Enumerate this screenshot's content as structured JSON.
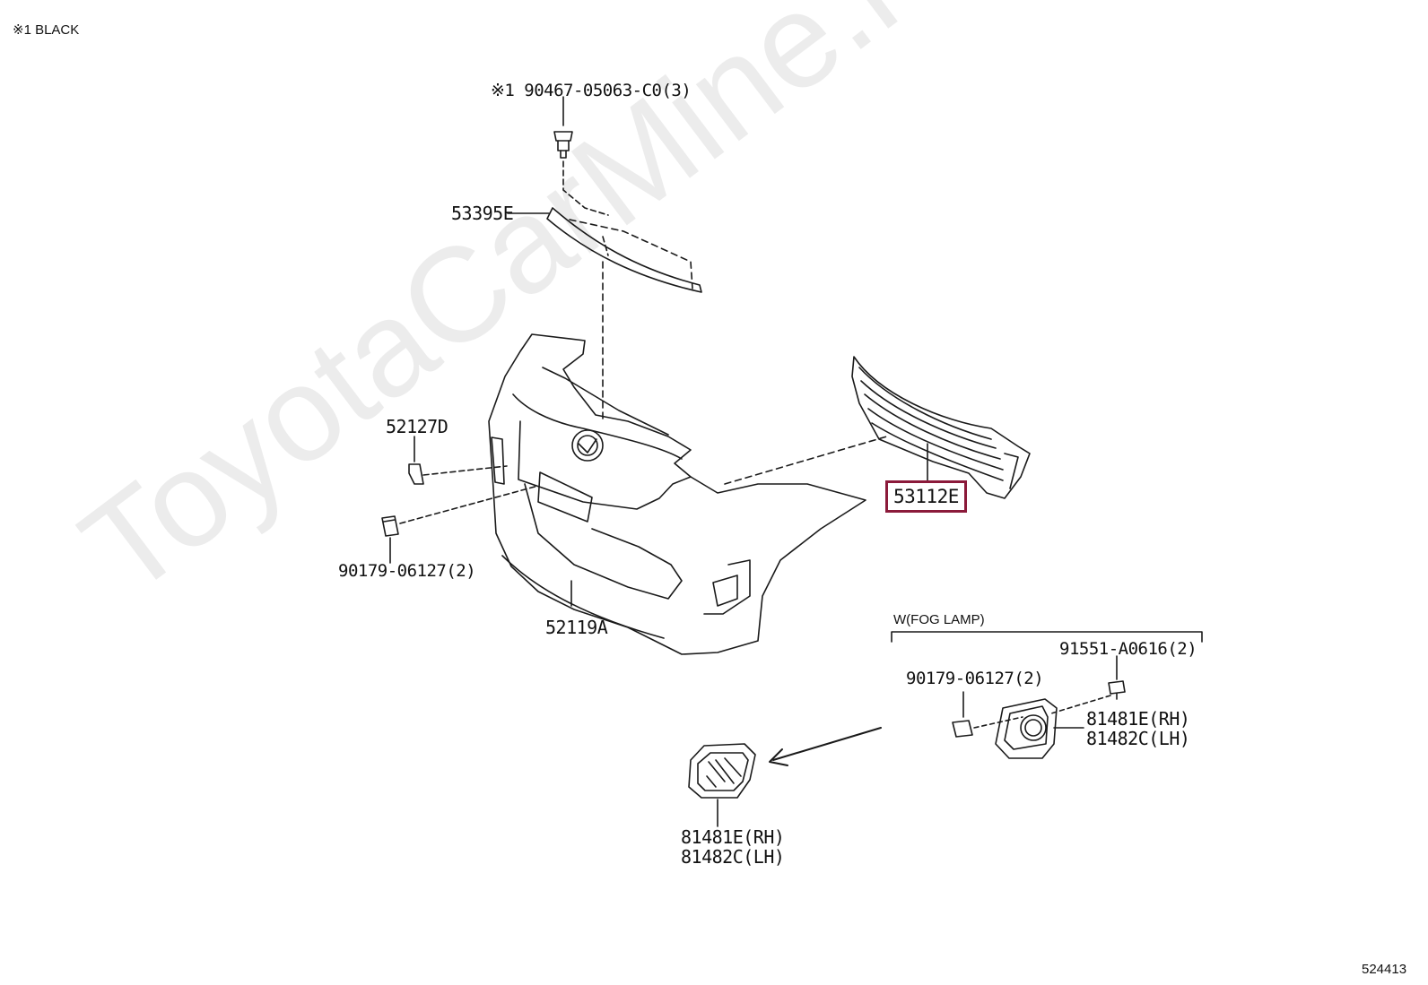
{
  "legend": {
    "note": "※1 BLACK"
  },
  "image_id_label": "524413",
  "watermark": "ToyotaCarMine.ru",
  "group_label": "W(FOG LAMP)",
  "colors": {
    "highlight_border": "#8b1a3a",
    "line": "#1a1a1a"
  },
  "parts": {
    "bolt_top": "※1 90467-05063-C0(3)",
    "moulding": "53395E",
    "bracket": "52127D",
    "clip_left": "90179-06127(2)",
    "bumper_cover": "52119A",
    "grille": "53112E",
    "fog_screw": "91551-A0616(2)",
    "fog_clip": "90179-06127(2)",
    "fog_cover_rh": "81481E(RH)",
    "fog_cover_lh": "81482C(LH)",
    "cover_rh": "81481E(RH)",
    "cover_lh": "81482C(LH)"
  }
}
